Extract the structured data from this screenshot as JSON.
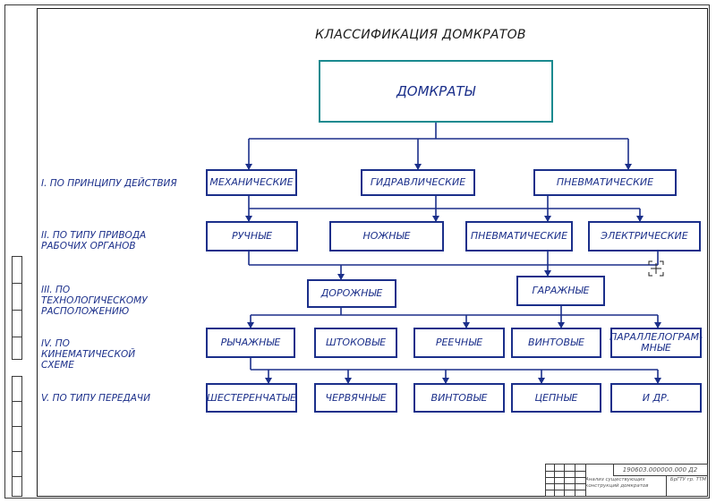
{
  "diagram": {
    "title": "КЛАССИФИКАЦИЯ ДОМКРАТОВ",
    "root": "ДОМКРАТЫ",
    "rows": [
      {
        "label": "I. ПО ПРИНЦИПУ ДЕЙСТВИЯ",
        "nodes": [
          "МЕХАНИЧЕСКИЕ",
          "ГИДРАВЛИЧЕСКИЕ",
          "ПНЕВМАТИЧЕСКИЕ"
        ]
      },
      {
        "label": "II. ПО ТИПУ ПРИВОДА РАБОЧИХ ОРГАНОВ",
        "nodes": [
          "РУЧНЫЕ",
          "НОЖНЫЕ",
          "ПНЕВМАТИЧЕСКИЕ",
          "ЭЛЕКТРИЧЕСКИЕ"
        ]
      },
      {
        "label": "III. ПО ТЕХНОЛОГИЧЕСКОМУ РАСПОЛОЖЕНИЮ",
        "nodes": [
          "ДОРОЖНЫЕ",
          "ГАРАЖНЫЕ"
        ]
      },
      {
        "label": "IV. ПО КИНЕМАТИЧЕСКОЙ СХЕМЕ",
        "nodes": [
          "РЫЧАЖНЫЕ",
          "ШТОКОВЫЕ",
          "РЕЕЧНЫЕ",
          "ВИНТОВЫЕ",
          "ПАРАЛЛЕЛОГРАМ-МНЫЕ"
        ]
      },
      {
        "label": "V. ПО ТИПУ ПЕРЕДАЧИ",
        "nodes": [
          "ШЕСТЕРЕНЧАТЫЕ",
          "ЧЕРВЯЧНЫЕ",
          "ВИНТОВЫЕ",
          "ЦЕПНЫЕ",
          "И ДР."
        ]
      }
    ]
  },
  "stamp": {
    "code": "190603.000000.000 Д2",
    "description": "Анализ существующих конструкций домкратов",
    "organization": "БрГТУ гр. ТТМ"
  },
  "colors": {
    "lines": "#1b2f8a",
    "root_border": "#1a8a8f"
  }
}
